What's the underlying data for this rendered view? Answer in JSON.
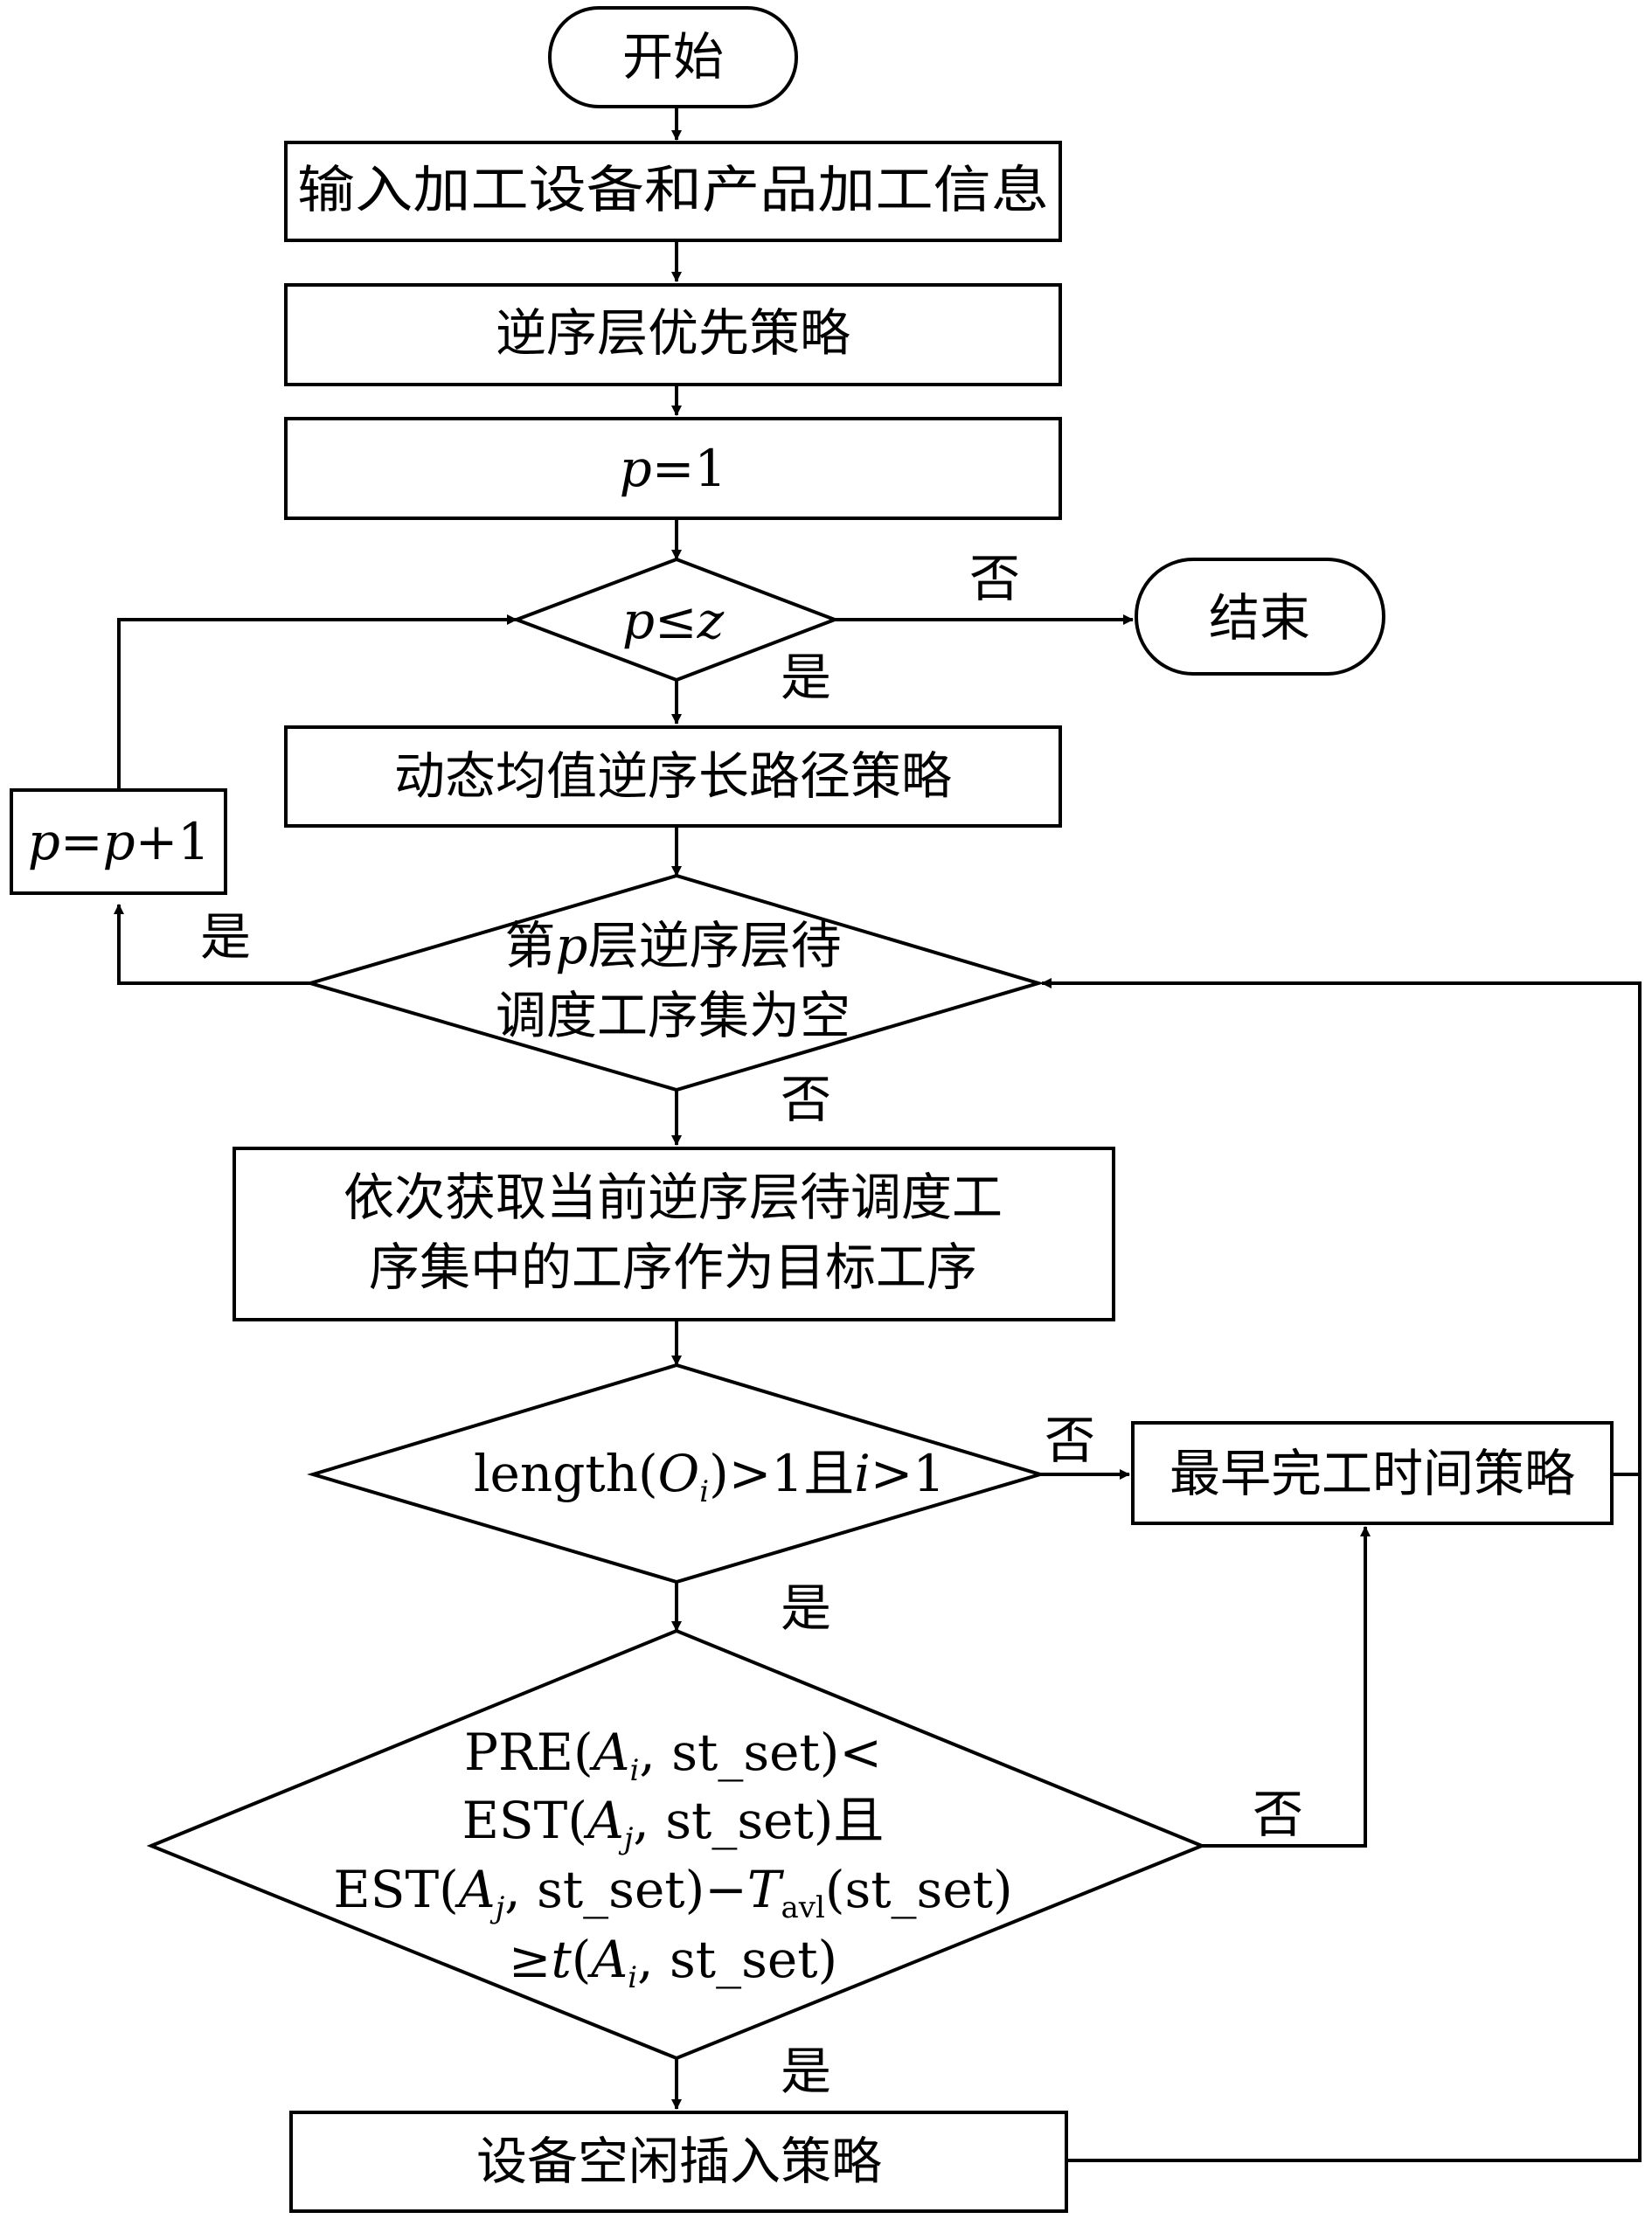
{
  "start": "开始",
  "end": "结束",
  "input": "输入加工设备和产品加工信息",
  "reverse_layer_priority": "逆序层优先策略",
  "p_init": {
    "var": "p",
    "rest": "=1"
  },
  "loop_cond": {
    "var1": "p",
    "op": "≤",
    "var2": "z"
  },
  "dynamic_mean": "动态均值逆序长路径策略",
  "p_increment": {
    "v1": "p",
    "eq": "=",
    "v2": "p",
    "rest": "+1"
  },
  "layer_empty": {
    "l1a": "第",
    "l1var": "p",
    "l1b": "层逆序层待",
    "l2": "调度工序集为空"
  },
  "take_target": {
    "l1": "依次获取当前逆序层待调度工",
    "l2": "序集中的工序作为目标工序"
  },
  "length_cond": {
    "a": "length(",
    "o": "O",
    "osub": "i",
    "b": ")>1且",
    "i": "i",
    "c": ">1"
  },
  "earliest": "最早完工时间策略",
  "pre_cond": {
    "l1a": "PRE(",
    "l1A": "A",
    "l1sub": "i",
    "l1b": ", st_set)<",
    "l2a": "EST(",
    "l2A": "A",
    "l2sub": "j",
    "l2b": ", st_set)且",
    "l3a": "EST(",
    "l3A": "A",
    "l3sub": "j",
    "l3b": ", st_set)−",
    "l3T": "T",
    "l3Tsub": "avl",
    "l3c": "(st_set)",
    "l4a": "≥",
    "l4t": "t",
    "l4b": "(",
    "l4A": "A",
    "l4sub": "i",
    "l4c": ", st_set)"
  },
  "idle_insert": "设备空闲插入策略",
  "labels": {
    "yes": "是",
    "no": "否"
  }
}
